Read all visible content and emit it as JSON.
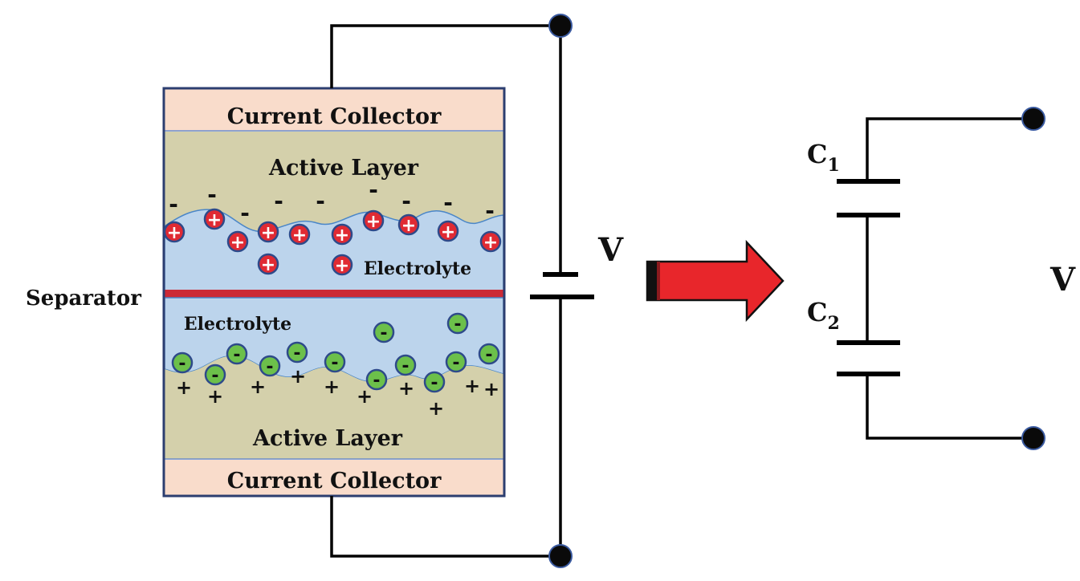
{
  "cell": {
    "top_collector_label": "Current Collector",
    "top_active_label": "Active Layer",
    "top_electrolyte_label": "Electrolyte",
    "separator_label": "Separator",
    "bottom_electrolyte_label": "Electrolyte",
    "bottom_active_label": "Active Layer",
    "bottom_collector_label": "Current Collector"
  },
  "source": {
    "voltage_label": "V"
  },
  "equivalent": {
    "c1_main": "C",
    "c1_sub": "1",
    "c2_main": "C",
    "c2_sub": "2",
    "voltage_label": "V"
  },
  "symbols": {
    "plus": "+",
    "minus": "-"
  },
  "colors": {
    "collector": "#f9dccb",
    "active_layer": "#d4d0ab",
    "electrolyte": "#bcd4ec",
    "separator": "#cc2a36",
    "cation": "#e02a33",
    "anion": "#6cc04a",
    "ion_border": "#2e4a8a",
    "arrow": "#e8262b",
    "terminal": "#0a0a0a"
  }
}
